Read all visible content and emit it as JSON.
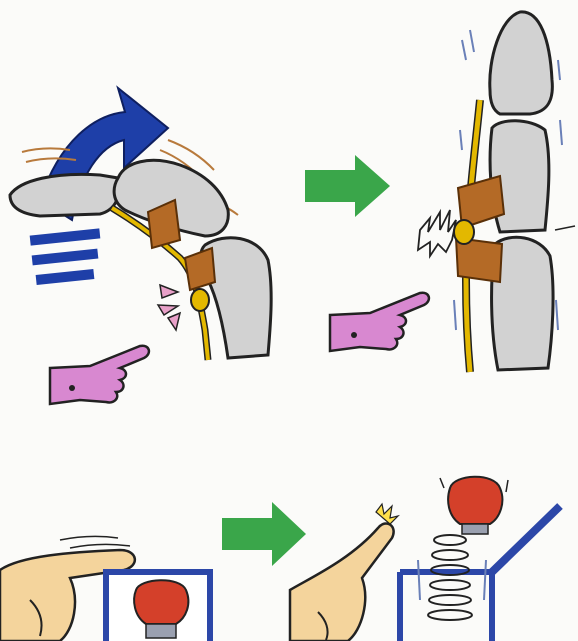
{
  "figure": {
    "panels": [
      "finger-flexed-tendon-catching",
      "finger-extended-tendon-snapping",
      "finger-pressing-closed-jack-in-the-box",
      "finger-releasing-jack-in-the-box"
    ],
    "icons": [
      "curved-motion-arrow-icon",
      "green-right-arrow-icon",
      "pointing-hand-icon",
      "fist-icon",
      "spring-icon"
    ],
    "colors": {
      "background": "#fbfbf9",
      "bone": "#d2d2d2",
      "tendon": "#e3b800",
      "pulley": "#b46a26",
      "motion_arrow": "#1e3fa8",
      "transition_arrow": "#3aa64a",
      "pointing_hand": "#d888d0",
      "box": "#2c47a8",
      "fist": "#d4402a",
      "skin": "#f4d49c"
    }
  }
}
